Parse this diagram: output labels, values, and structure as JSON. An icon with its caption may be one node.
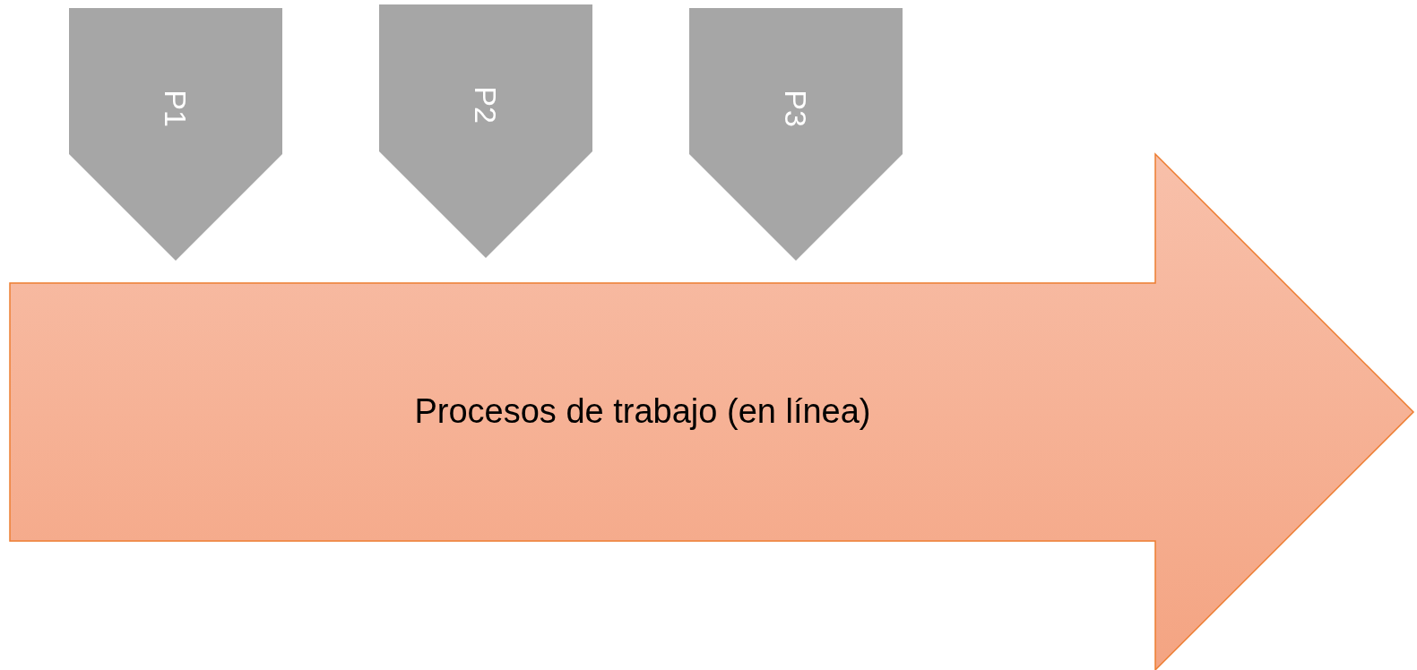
{
  "diagram": {
    "nodes": [
      {
        "text": [
          "P1"
        ]
      },
      {
        "text": [
          "P2"
        ]
      },
      {
        "text": [
          "P3"
        ]
      },
      {
        "text": [
          "Procesos de trabajo (en línea)"
        ]
      }
    ]
  }
}
